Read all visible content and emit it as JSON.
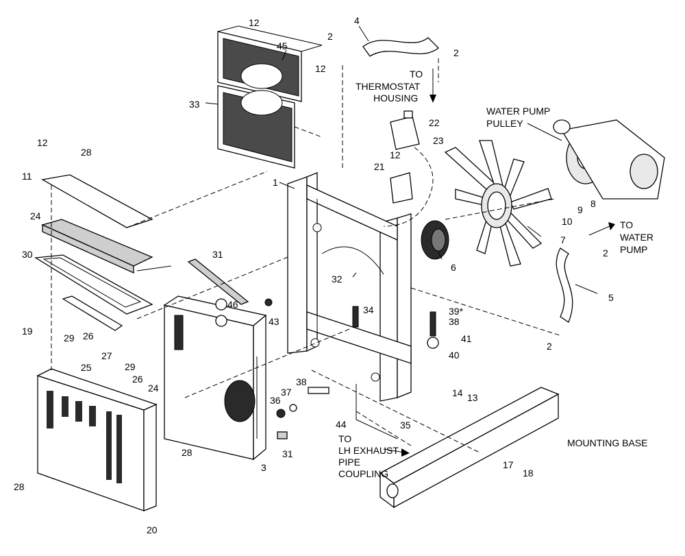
{
  "callouts": {
    "c1": "1",
    "c2a": "2",
    "c2b": "2",
    "c2c": "2",
    "c2d": "2",
    "c3": "3",
    "c4": "4",
    "c5": "5",
    "c6": "6",
    "c7": "7",
    "c8": "8",
    "c9": "9",
    "c10": "10",
    "c11": "11",
    "c12a": "12",
    "c12b": "12",
    "c12c": "12",
    "c12d": "12",
    "c13": "13",
    "c14": "14",
    "c17": "17",
    "c18": "18",
    "c19": "19",
    "c20": "20",
    "c21": "21",
    "c22": "22",
    "c23": "23",
    "c24a": "24",
    "c24b": "24",
    "c25": "25",
    "c26a": "26",
    "c26b": "26",
    "c27": "27",
    "c28a": "28",
    "c28b": "28",
    "c28c": "28",
    "c29a": "29",
    "c29b": "29",
    "c30": "30",
    "c31a": "31",
    "c31b": "31",
    "c32": "32",
    "c33": "33",
    "c34": "34",
    "c35": "35",
    "c36": "36",
    "c37": "37",
    "c38a": "38",
    "c38b": "38",
    "c39": "39*",
    "c40": "40",
    "c41": "41",
    "c43": "43",
    "c44": "44",
    "c45": "45",
    "c46": "46"
  },
  "labels": {
    "thermostat_1": "TO",
    "thermostat_2": "THERMOSTAT",
    "thermostat_3": "HOUSING",
    "water_pump_pulley_1": "WATER PUMP",
    "water_pump_pulley_2": "PULLEY",
    "to_water_pump_1": "TO",
    "to_water_pump_2": "WATER",
    "to_water_pump_3": "PUMP",
    "exhaust_1": "TO",
    "exhaust_2": "LH EXHAUST",
    "exhaust_3": "PIPE",
    "exhaust_4": "COUPLING",
    "mounting_base": "MOUNTING BASE"
  }
}
